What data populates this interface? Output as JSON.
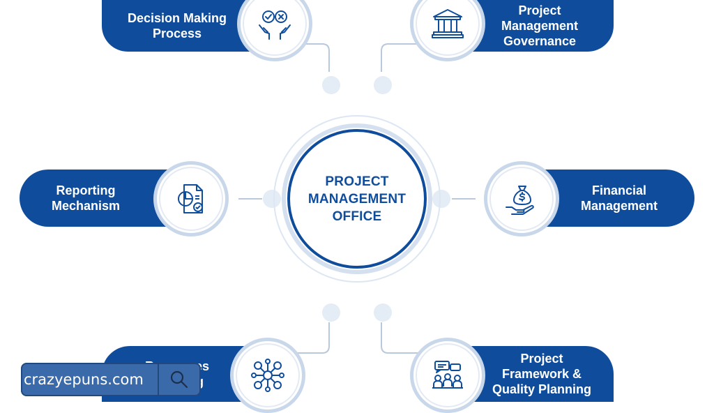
{
  "center": {
    "title": "PROJECT\nMANAGEMENT\nOFFICE"
  },
  "nodes": {
    "decision": {
      "label": "Decision Making\nProcess",
      "icon": "hands-check-cross-icon"
    },
    "governance": {
      "label": "Project\nManagement\nGovernance",
      "icon": "courthouse-icon"
    },
    "reporting": {
      "label": "Reporting\nMechanism",
      "icon": "report-document-icon"
    },
    "financial": {
      "label": "Financial\nManagement",
      "icon": "money-bag-hand-icon"
    },
    "resources": {
      "label": "Resources\nPlanning",
      "icon": "network-people-icon"
    },
    "framework": {
      "label": "Project\nFramework &\nQuality Planning",
      "icon": "team-meeting-icon"
    }
  },
  "watermark": {
    "text": "crazyepuns.com",
    "icon": "search-icon"
  },
  "colors": {
    "primary": "#0f4d9c",
    "ring": "#c9d7ea",
    "dot": "#e4ecf6",
    "connector": "#b9c8dc"
  }
}
